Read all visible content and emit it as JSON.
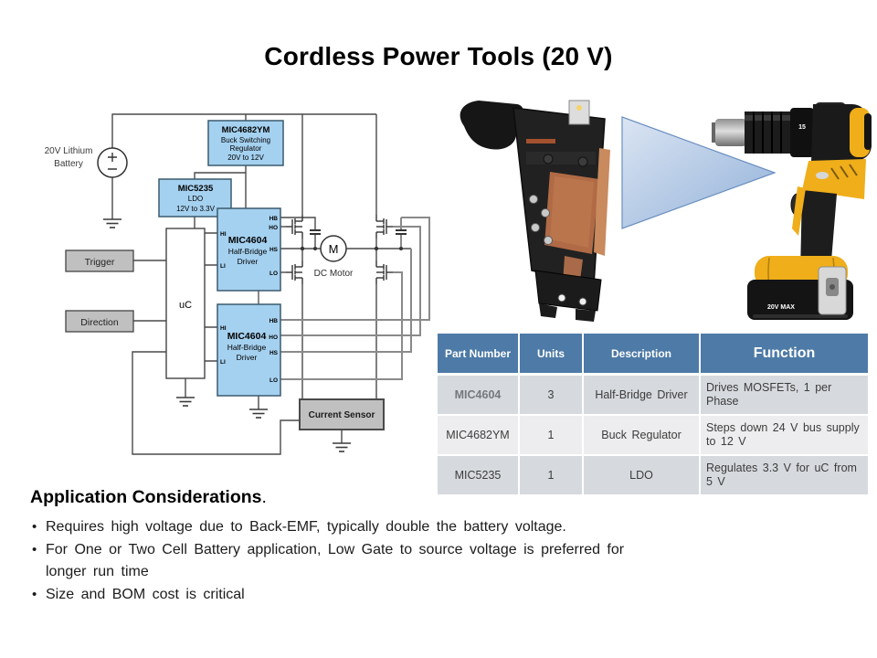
{
  "slide": {
    "title": "Cordless Power Tools (20 V)"
  },
  "colors": {
    "block_blue": "#a5d1f0",
    "block_gray": "#c0c0c0",
    "table_header_blue": "#4d7aa6",
    "table_row_gray": "#d6d9dd",
    "drill_yellow": "#efae1a",
    "arrow_blue": "#9ab7dd"
  },
  "diagram": {
    "battery": {
      "line1": "20V Lithium",
      "line2": "Battery"
    },
    "buck": {
      "name": "MIC4682YM",
      "line1": "Buck Switching",
      "line2": "Regulator",
      "line3": "20V to 12V"
    },
    "ldo": {
      "name": "MIC5235",
      "line1": "LDO",
      "line2": "12V to 3.3V"
    },
    "uc": "uC",
    "driver": {
      "name": "MIC4604",
      "line1": "Half-Bridge",
      "line2": "Driver"
    },
    "trigger": "Trigger",
    "direction": "Direction",
    "current_sensor": "Current Sensor",
    "motor": {
      "symbol": "M",
      "label": "DC Motor"
    },
    "pins": {
      "hi": "HI",
      "li": "LI",
      "hb": "HB",
      "ho": "HO",
      "hs": "HS",
      "lo": "LO"
    }
  },
  "photos": {
    "battery_badge": "20V MAX",
    "collar_number": "15"
  },
  "table": {
    "headers": [
      "Part Number",
      "Units",
      "Description",
      "Function"
    ],
    "rows": [
      {
        "part": "MIC4604",
        "units": "3",
        "description": "Half-Bridge Driver",
        "function": "Drives MOSFETs, 1 per Phase"
      },
      {
        "part": "MIC4682YM",
        "units": "1",
        "description": "Buck Regulator",
        "function": "Steps down 24 V bus supply to 12 V"
      },
      {
        "part": "MIC5235",
        "units": "1",
        "description": "LDO",
        "function": "Regulates 3.3 V for uC from 5 V"
      }
    ]
  },
  "considerations": {
    "heading": "Application Considerations",
    "heading_suffix": ".",
    "bullets": [
      "Requires high voltage due to Back-EMF, typically double the battery voltage.",
      "For One or Two Cell Battery application, Low Gate to source voltage is preferred for longer run time",
      "Size and BOM cost is critical"
    ]
  }
}
